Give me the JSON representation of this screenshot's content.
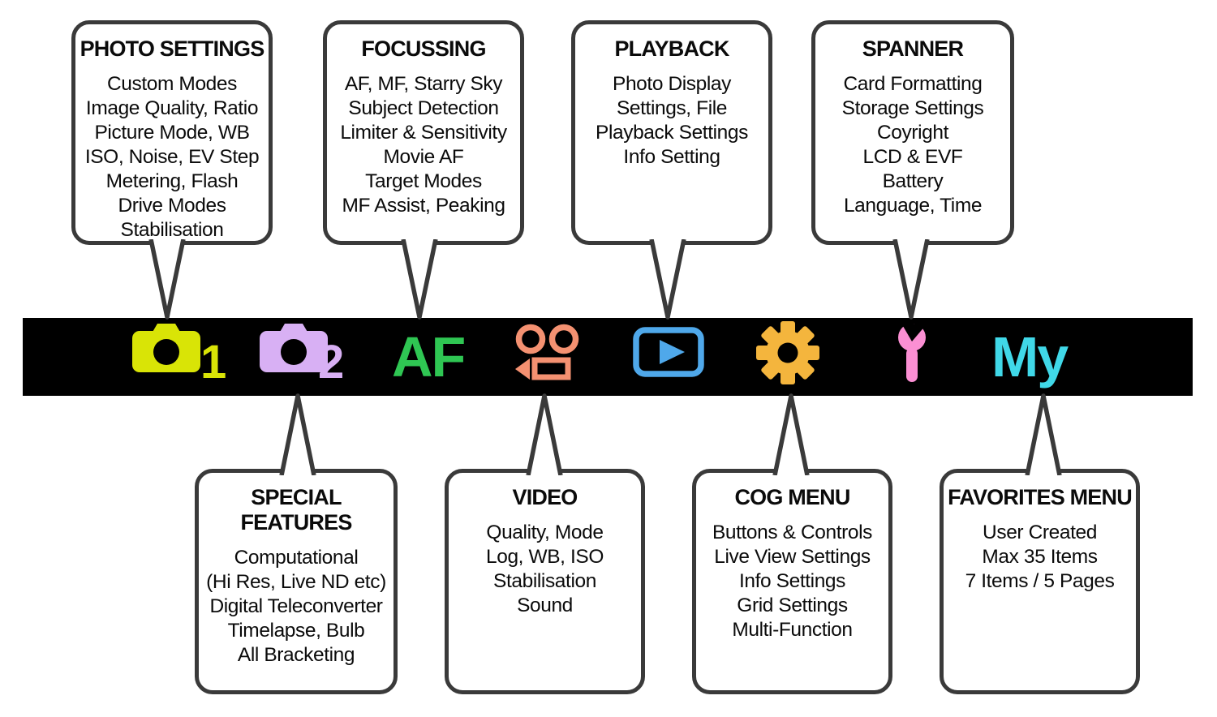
{
  "menu_bar": {
    "background": "#000000",
    "items": [
      {
        "name": "photo-menu-1",
        "icon": "camera-1-icon",
        "label": "1",
        "color": "#d9e406"
      },
      {
        "name": "photo-menu-2",
        "icon": "camera-2-icon",
        "label": "2",
        "color": "#d8b0f4"
      },
      {
        "name": "autofocus-menu",
        "icon": "af-text-icon",
        "label": "AF",
        "color": "#2fc653"
      },
      {
        "name": "video-menu",
        "icon": "movie-camera-icon",
        "color": "#f49171"
      },
      {
        "name": "playback-menu",
        "icon": "playback-icon",
        "color": "#4fa8ea"
      },
      {
        "name": "cog-menu",
        "icon": "cog-icon",
        "color": "#f4b53d"
      },
      {
        "name": "spanner-menu",
        "icon": "spanner-icon",
        "color": "#fb8fd3"
      },
      {
        "name": "favorites-menu",
        "icon": "my-text-icon",
        "label": "My",
        "color": "#40d8e8"
      }
    ]
  },
  "callouts": {
    "border_color": "#3a3a3a",
    "top": [
      {
        "title": "PHOTO SETTINGS",
        "lines": [
          "Custom Modes",
          "Image Quality, Ratio",
          "Picture Mode, WB",
          "ISO, Noise, EV Step",
          "Metering, Flash",
          "Drive Modes",
          "Stabilisation"
        ]
      },
      {
        "title": "FOCUSSING",
        "lines": [
          "AF, MF, Starry Sky",
          "Subject Detection",
          "Limiter & Sensitivity",
          "Movie AF",
          "Target Modes",
          "MF Assist, Peaking"
        ]
      },
      {
        "title": "PLAYBACK",
        "lines": [
          "Photo Display",
          "Settings, File",
          "Playback Settings",
          "Info Setting"
        ]
      },
      {
        "title": "SPANNER",
        "lines": [
          "Card Formatting",
          "Storage Settings",
          "Coyright",
          "LCD & EVF",
          "Battery",
          "Language, Time"
        ]
      }
    ],
    "bottom": [
      {
        "title": "SPECIAL FEATURES",
        "lines": [
          "Computational",
          "(Hi Res, Live ND etc)",
          "Digital Teleconverter",
          "Timelapse, Bulb",
          "All Bracketing"
        ]
      },
      {
        "title": "VIDEO",
        "lines": [
          "Quality, Mode",
          "Log, WB, ISO",
          "Stabilisation",
          "Sound"
        ]
      },
      {
        "title": "COG MENU",
        "lines": [
          "Buttons & Controls",
          "Live View Settings",
          "Info Settings",
          "Grid Settings",
          "Multi-Function"
        ]
      },
      {
        "title": "FAVORITES MENU",
        "lines": [
          "User Created",
          "Max 35 Items",
          "7 Items / 5 Pages"
        ]
      }
    ]
  }
}
